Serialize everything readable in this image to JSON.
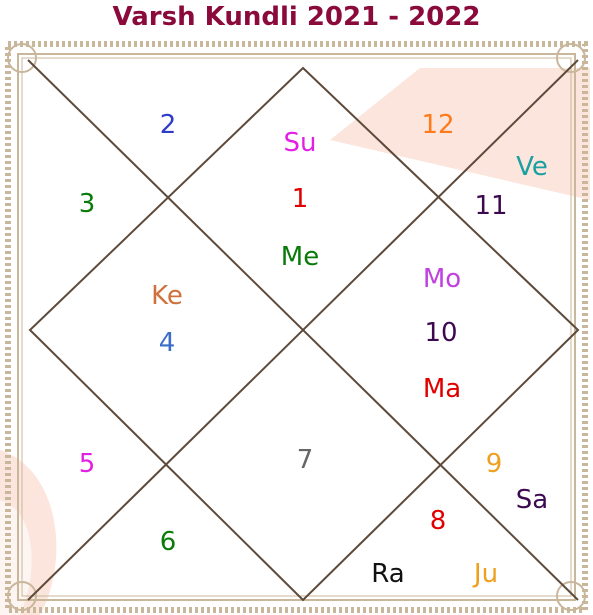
{
  "title": "Varsh Kundli 2021 - 2022",
  "colors": {
    "title": "#8b0a3c",
    "frame": "#c9b79b",
    "chart_lines": "#5e4a3a",
    "watermark": "#fbe5dc"
  },
  "chart": {
    "house_numbers": {
      "h1": {
        "text": "1",
        "color": "#e00000"
      },
      "h2": {
        "text": "2",
        "color": "#2f3cc8"
      },
      "h3": {
        "text": "3",
        "color": "#0a7a0a"
      },
      "h4": {
        "text": "4",
        "color": "#3a6ec8"
      },
      "h5": {
        "text": "5",
        "color": "#e21fe2"
      },
      "h6": {
        "text": "6",
        "color": "#0a7a0a"
      },
      "h7": {
        "text": "7",
        "color": "#666666"
      },
      "h8": {
        "text": "8",
        "color": "#e00000"
      },
      "h9": {
        "text": "9",
        "color": "#f0a020"
      },
      "h10": {
        "text": "10",
        "color": "#3d0a50"
      },
      "h11": {
        "text": "11",
        "color": "#3d0a50"
      },
      "h12": {
        "text": "12",
        "color": "#ff7a1a"
      }
    },
    "planets": {
      "su": {
        "text": "Su",
        "color": "#e21fe2"
      },
      "me": {
        "text": "Me",
        "color": "#0a7a0a"
      },
      "ve": {
        "text": "Ve",
        "color": "#1aa0a0"
      },
      "ke": {
        "text": "Ke",
        "color": "#d0703a"
      },
      "mo": {
        "text": "Mo",
        "color": "#c040e0"
      },
      "ma": {
        "text": "Ma",
        "color": "#e00000"
      },
      "sa": {
        "text": "Sa",
        "color": "#3d0a50"
      },
      "ra": {
        "text": "Ra",
        "color": "#111111"
      },
      "ju": {
        "text": "Ju",
        "color": "#f0a020"
      }
    }
  }
}
